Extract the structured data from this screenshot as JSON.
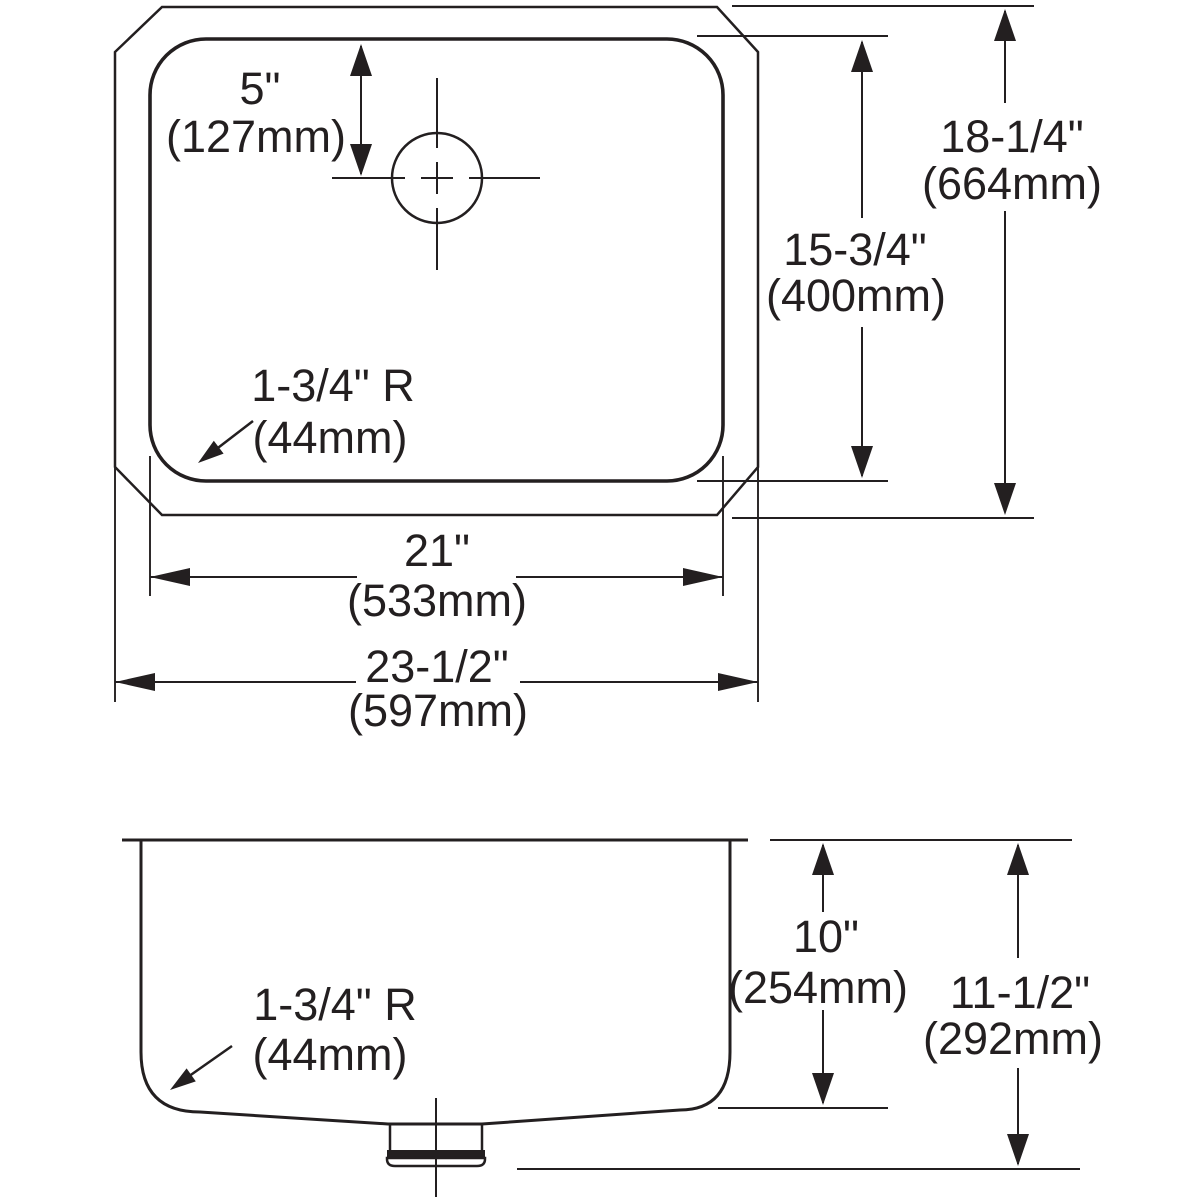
{
  "colors": {
    "ink": "#231f20",
    "background": "#ffffff"
  },
  "top_view": {
    "faucet_hole_offset": {
      "value": "5\"",
      "metric": "(127mm)"
    },
    "corner_radius": {
      "value": "1-3/4\" R",
      "metric": "(44mm)"
    },
    "bowl_front_to_back": {
      "value": "15-3/4\"",
      "metric": "(400mm)"
    },
    "overall_front_to_back": {
      "value": "18-1/4\"",
      "metric": "(664mm)"
    },
    "bowl_width": {
      "value": "21\"",
      "metric": "(533mm)"
    },
    "overall_width": {
      "value": "23-1/2\"",
      "metric": "(597mm)"
    }
  },
  "side_view": {
    "corner_radius": {
      "value": "1-3/4\" R",
      "metric": "(44mm)"
    },
    "bowl_depth": {
      "value": "10\"",
      "metric": "(254mm)"
    },
    "overall_depth": {
      "value": "11-1/2\"",
      "metric": "(292mm)"
    }
  }
}
